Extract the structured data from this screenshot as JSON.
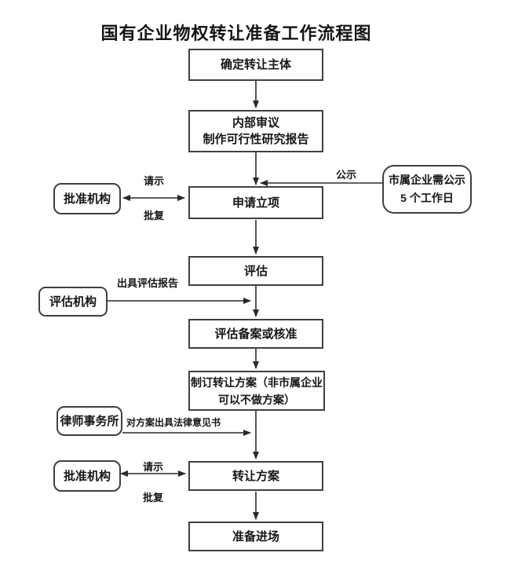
{
  "title": "国有企业物权转让准备工作流程图",
  "steps": {
    "determine_subject": "确定转让主体",
    "internal_review_line1": "内部审议",
    "internal_review_line2": "制作可行性研究报告",
    "apply_project": "申请立项",
    "evaluate": "评估",
    "evaluation_record": "评估备案或核准",
    "draft_plan_line1": "制订转让方案（非市属企业",
    "draft_plan_line2": "可以不做方案）",
    "transfer_plan": "转让方案",
    "prepare_entry": "准备进场"
  },
  "entities": {
    "approval_org_top": "批准机构",
    "municipal_notice_line1": "市属企业需公示",
    "municipal_notice_line2": "5 个工作日",
    "evaluation_org": "评估机构",
    "law_firm": "律师事务所",
    "approval_org_bottom": "批准机构"
  },
  "edge_labels": {
    "request_top": "请示",
    "reply_top": "批复",
    "public_notice": "公示",
    "issue_eval_report": "出具评估报告",
    "legal_opinion": "对方案出具法律意见书",
    "request_bottom": "请示",
    "reply_bottom": "批复"
  },
  "colors": {
    "line": "#2a2a2a",
    "border": "#404040",
    "text": "#151515",
    "background": "#ffffff"
  }
}
